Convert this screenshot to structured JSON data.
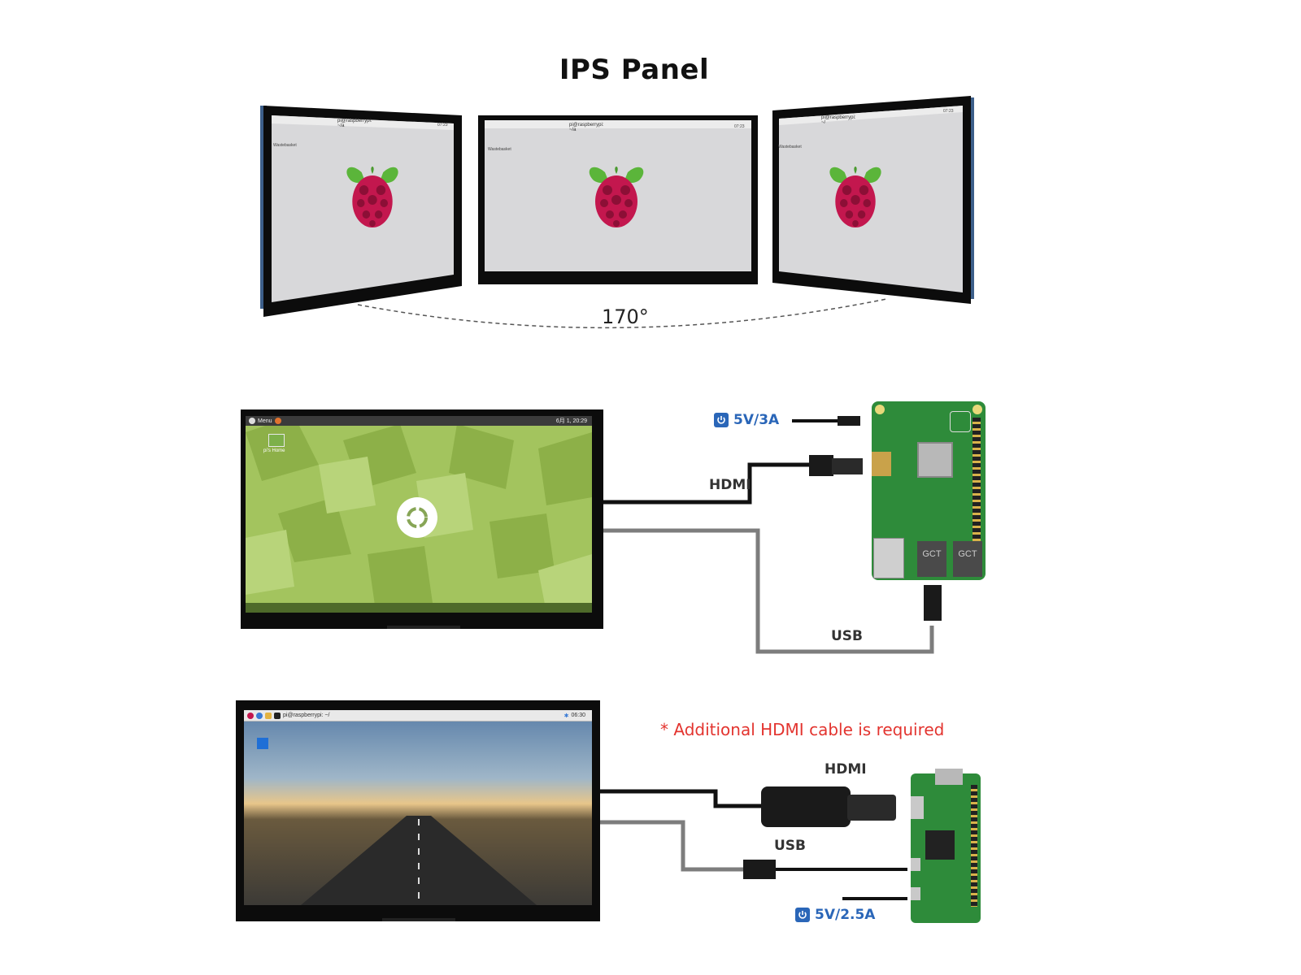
{
  "header": {
    "title": "IPS Panel"
  },
  "viewing_angle": {
    "label": "170°"
  },
  "panel_screens": [
    {
      "taskbar_text": "pi@raspberrypi: ~/a",
      "desktop_icon": "Wastebasket",
      "clock": "07:23"
    },
    {
      "taskbar_text": "pi@raspberrypi: ~/a",
      "desktop_icon": "Wastebasket",
      "clock": "07:23"
    },
    {
      "taskbar_text": "pi@raspberrypi: ~/",
      "desktop_icon": "Wastebasket",
      "clock": "07:23"
    }
  ],
  "pi3_setup": {
    "screen_menu": "Menu",
    "screen_clock": "6月 1, 20:29",
    "screen_desktop_icon": "pi's Home",
    "power": "5V/3A",
    "hdmi": "HDMI",
    "usb": "USB",
    "usb_ports": [
      "GCT",
      "GCT"
    ]
  },
  "zero_setup": {
    "note": "* Additional HDMI cable is required",
    "hdmi": "HDMI",
    "usb": "USB",
    "power": "5V/2.5A",
    "screen_taskbar_text": "pi@raspberrypi: ~/",
    "screen_clock": "06:30"
  },
  "colors": {
    "accent_blue": "#2a66b8",
    "note_red": "#e3342f",
    "pcb_green": "#2e8b3a"
  }
}
